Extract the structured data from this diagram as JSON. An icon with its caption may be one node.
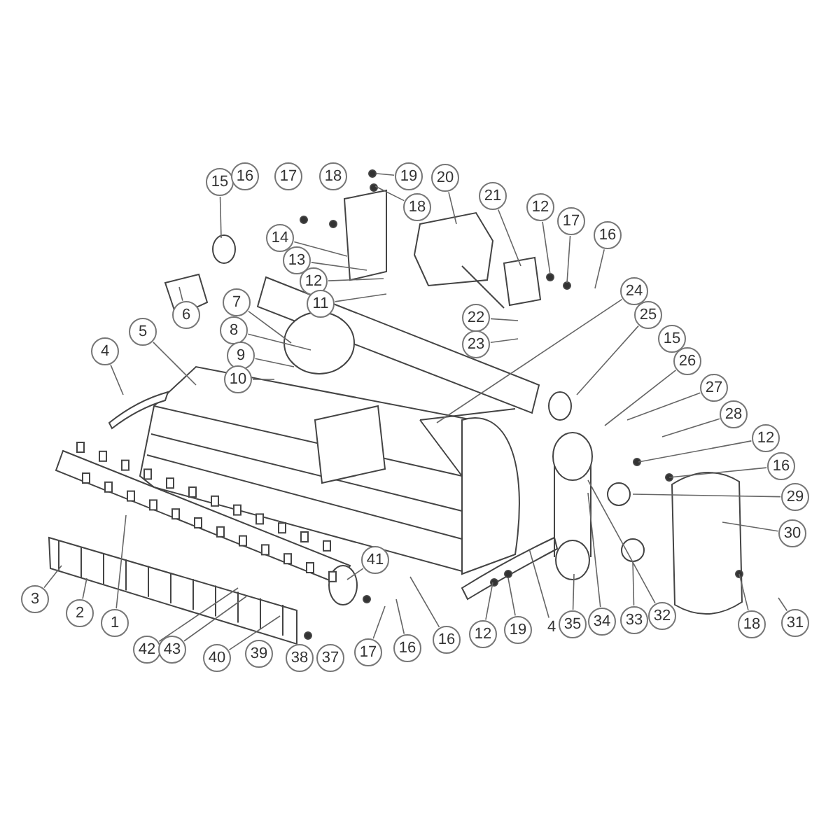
{
  "diagram": {
    "nodes": [
      {
        "text": [
          "15"
        ]
      },
      {
        "text": [
          "16"
        ]
      },
      {
        "text": [
          "17"
        ]
      },
      {
        "text": [
          "18"
        ]
      },
      {
        "text": [
          "19"
        ]
      },
      {
        "text": [
          "18"
        ]
      },
      {
        "text": [
          "20"
        ]
      },
      {
        "text": [
          "21"
        ]
      },
      {
        "text": [
          "12"
        ]
      },
      {
        "text": [
          "17"
        ]
      },
      {
        "text": [
          "16"
        ]
      },
      {
        "text": [
          "14"
        ]
      },
      {
        "text": [
          "13"
        ]
      },
      {
        "text": [
          "12"
        ]
      },
      {
        "text": [
          "11"
        ]
      },
      {
        "text": [
          "6"
        ]
      },
      {
        "text": [
          "7"
        ]
      },
      {
        "text": [
          "8"
        ]
      },
      {
        "text": [
          "9"
        ]
      },
      {
        "text": [
          "10"
        ]
      },
      {
        "text": [
          "5"
        ]
      },
      {
        "text": [
          "4"
        ]
      },
      {
        "text": [
          "22"
        ]
      },
      {
        "text": [
          "23"
        ]
      },
      {
        "text": [
          "24"
        ]
      },
      {
        "text": [
          "25"
        ]
      },
      {
        "text": [
          "15"
        ]
      },
      {
        "text": [
          "26"
        ]
      },
      {
        "text": [
          "27"
        ]
      },
      {
        "text": [
          "28"
        ]
      },
      {
        "text": [
          "12"
        ]
      },
      {
        "text": [
          "16"
        ]
      },
      {
        "text": [
          "29"
        ]
      },
      {
        "text": [
          "30"
        ]
      },
      {
        "text": [
          "41"
        ]
      },
      {
        "text": [
          "3"
        ]
      },
      {
        "text": [
          "2"
        ]
      },
      {
        "text": [
          "1"
        ]
      },
      {
        "text": [
          "42"
        ]
      },
      {
        "text": [
          "43"
        ]
      },
      {
        "text": [
          "40"
        ]
      },
      {
        "text": [
          "39"
        ]
      },
      {
        "text": [
          "38"
        ]
      },
      {
        "text": [
          "37"
        ]
      },
      {
        "text": [
          "17"
        ]
      },
      {
        "text": [
          "16"
        ]
      },
      {
        "text": [
          "16"
        ]
      },
      {
        "text": [
          "12"
        ]
      },
      {
        "text": [
          "19"
        ]
      },
      {
        "text": [
          "4"
        ]
      },
      {
        "text": [
          "35"
        ]
      },
      {
        "text": [
          "34"
        ]
      },
      {
        "text": [
          "33"
        ]
      },
      {
        "text": [
          "32"
        ]
      },
      {
        "text": [
          "18"
        ]
      },
      {
        "text": [
          "31"
        ]
      }
    ],
    "edges": [
      {
        "from": 0,
        "to": null,
        "arrow": "none"
      },
      {
        "from": 4,
        "to": null,
        "arrow": "none"
      },
      {
        "from": 5,
        "to": null,
        "arrow": "none"
      },
      {
        "from": 6,
        "to": null,
        "arrow": "none"
      },
      {
        "from": 7,
        "to": null,
        "arrow": "none"
      },
      {
        "from": 8,
        "to": null,
        "arrow": "none"
      },
      {
        "from": 9,
        "to": null,
        "arrow": "none"
      },
      {
        "from": 10,
        "to": null,
        "arrow": "none"
      },
      {
        "from": 11,
        "to": null,
        "arrow": "none"
      },
      {
        "from": 12,
        "to": null,
        "arrow": "none"
      },
      {
        "from": 13,
        "to": null,
        "arrow": "none"
      },
      {
        "from": 14,
        "to": null,
        "arrow": "none"
      },
      {
        "from": 15,
        "to": null,
        "arrow": "none"
      },
      {
        "from": 16,
        "to": null,
        "arrow": "none"
      },
      {
        "from": 17,
        "to": null,
        "arrow": "none"
      },
      {
        "from": 18,
        "to": null,
        "arrow": "none"
      },
      {
        "from": 19,
        "to": null,
        "arrow": "none"
      },
      {
        "from": 20,
        "to": null,
        "arrow": "none"
      },
      {
        "from": 21,
        "to": null,
        "arrow": "none"
      },
      {
        "from": 22,
        "to": null,
        "arrow": "none"
      },
      {
        "from": 23,
        "to": null,
        "arrow": "none"
      },
      {
        "from": 24,
        "to": null,
        "arrow": "none"
      },
      {
        "from": 25,
        "to": null,
        "arrow": "none"
      },
      {
        "from": 27,
        "to": null,
        "arrow": "none"
      },
      {
        "from": 28,
        "to": null,
        "arrow": "none"
      },
      {
        "from": 29,
        "to": null,
        "arrow": "none"
      },
      {
        "from": 30,
        "to": null,
        "arrow": "none"
      },
      {
        "from": 31,
        "to": null,
        "arrow": "none"
      },
      {
        "from": 32,
        "to": null,
        "arrow": "none"
      },
      {
        "from": 33,
        "to": null,
        "arrow": "none"
      },
      {
        "from": 34,
        "to": null,
        "arrow": "none"
      },
      {
        "from": 35,
        "to": null,
        "arrow": "none"
      },
      {
        "from": 36,
        "to": null,
        "arrow": "none"
      },
      {
        "from": 37,
        "to": null,
        "arrow": "none"
      },
      {
        "from": 38,
        "to": null,
        "arrow": "none"
      },
      {
        "from": 39,
        "to": null,
        "arrow": "none"
      },
      {
        "from": 40,
        "to": null,
        "arrow": "none"
      },
      {
        "from": 44,
        "to": null,
        "arrow": "none"
      },
      {
        "from": 45,
        "to": null,
        "arrow": "none"
      },
      {
        "from": 46,
        "to": null,
        "arrow": "none"
      },
      {
        "from": 47,
        "to": null,
        "arrow": "none"
      },
      {
        "from": 48,
        "to": null,
        "arrow": "none"
      },
      {
        "from": 49,
        "to": null,
        "arrow": "none"
      },
      {
        "from": 50,
        "to": null,
        "arrow": "none"
      },
      {
        "from": 51,
        "to": null,
        "arrow": "none"
      },
      {
        "from": 52,
        "to": null,
        "arrow": "none"
      },
      {
        "from": 53,
        "to": null,
        "arrow": "none"
      },
      {
        "from": 54,
        "to": null,
        "arrow": "none"
      },
      {
        "from": 55,
        "to": null,
        "arrow": "none"
      }
    ]
  }
}
